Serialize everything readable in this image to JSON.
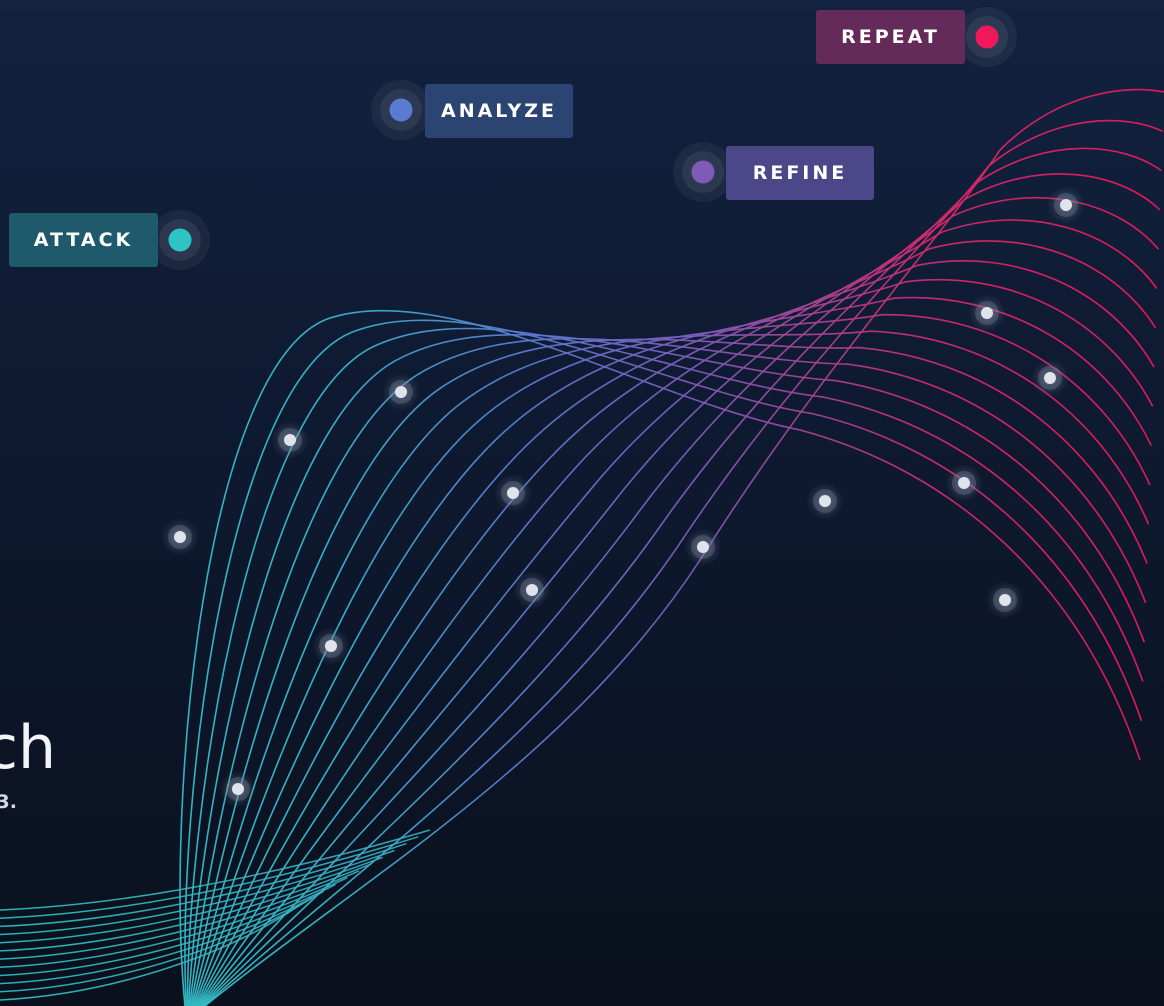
{
  "diagram": {
    "stages": [
      {
        "label": "ATTACK",
        "color": "#2ec4c4"
      },
      {
        "label": "ANALYZE",
        "color": "#5b7bd1"
      },
      {
        "label": "REFINE",
        "color": "#7f5bb8"
      },
      {
        "label": "REPEAT",
        "color": "#f0175a"
      }
    ],
    "palette": {
      "teal": "#2ec4c4",
      "blue": "#5b7bd1",
      "purple": "#7f5bb8",
      "pink": "#f0175a"
    }
  },
  "hero": {
    "title": "ch",
    "subtitle": "3."
  }
}
